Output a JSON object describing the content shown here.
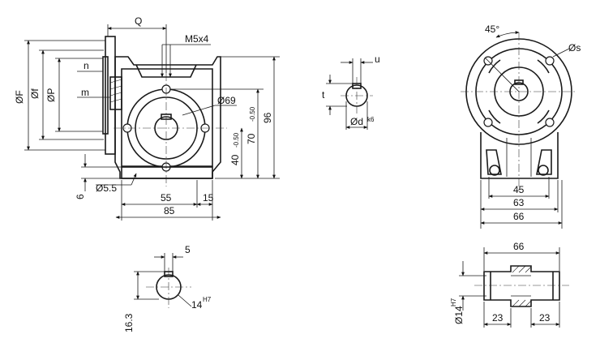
{
  "main_view": {
    "Q": "Q",
    "M5x4": "M5x4",
    "n": "n",
    "m": "m",
    "F": "ØF",
    "f": "Øf",
    "P": "ØP",
    "d69": "Ø69",
    "d55": "Ø5.5",
    "six": "6",
    "dim55": "55",
    "dim15": "15",
    "dim85": "85",
    "dim40": "40",
    "dim40tol": "-0.50",
    "dim70": "70",
    "dim70tol": "-0.50",
    "dim96": "96"
  },
  "shaft_key": {
    "u": "u",
    "t": "t",
    "d": "Ød",
    "k6": "k6"
  },
  "side_view": {
    "angle": "45°",
    "s": "Øs",
    "dim45": "45",
    "dim63": "63",
    "dim66": "66"
  },
  "bore_detail": {
    "five": "5",
    "h163": "16.3",
    "d14": "14",
    "h7": "H7"
  },
  "shaft_detail": {
    "len66": "66",
    "d14": "Ø14",
    "h7": "H7",
    "l23a": "23",
    "l23b": "23"
  }
}
